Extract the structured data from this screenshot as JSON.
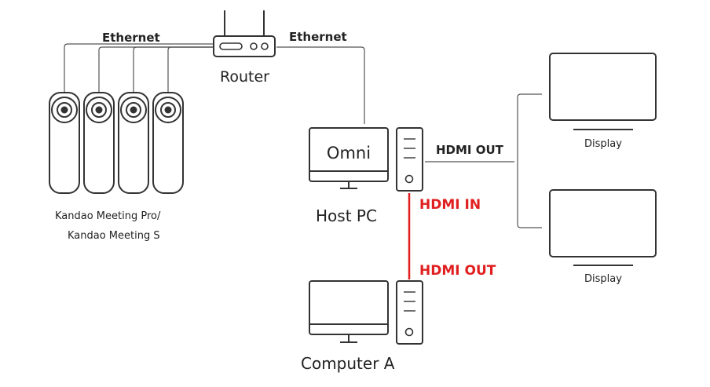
{
  "labels": {
    "ethernet_left": "Ethernet",
    "ethernet_right": "Ethernet",
    "router": "Router",
    "cameras_line1": "Kandao Meeting Pro/",
    "cameras_line2": "Kandao Meeting S",
    "omni": "Omni",
    "host_pc": "Host PC",
    "hdmi_out_host": "HDMI OUT",
    "hdmi_in": "HDMI IN",
    "hdmi_out_computer_a": "HDMI OUT",
    "computer_a": "Computer A",
    "display_top": "Display",
    "display_bottom": "Display"
  },
  "colors": {
    "stroke": "#333333",
    "line": "#555555",
    "hdmi_red": "#e02020",
    "text": "#222222"
  }
}
